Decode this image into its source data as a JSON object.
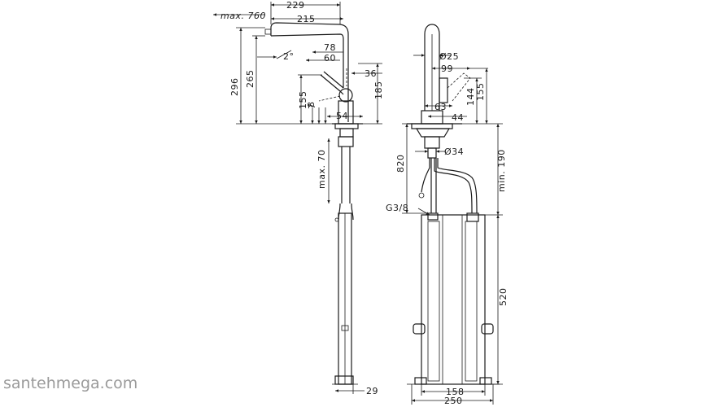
{
  "drawing": {
    "side_view": {
      "dims": {
        "d229": "229",
        "d215": "215",
        "max760": "max. 760",
        "d296": "296",
        "d265": "265",
        "angle": "2°",
        "d78": "78",
        "d60": "60",
        "d36": "36",
        "d155": "155",
        "d7": "7",
        "d8": "8",
        "d185": "185",
        "d54": "54",
        "max70": "max. 70",
        "d29": "29"
      }
    },
    "front_view": {
      "dims": {
        "phi25": "Ø25",
        "d99": "99",
        "d144": "144",
        "d155": "155",
        "d63": "63",
        "d44": "44",
        "d820": "820",
        "phi34": "Ø34",
        "min190": "min. 190",
        "g38": "G3/8",
        "d520": "520",
        "d158": "158",
        "d250": "250"
      }
    },
    "watermark": "santehmega.com"
  }
}
